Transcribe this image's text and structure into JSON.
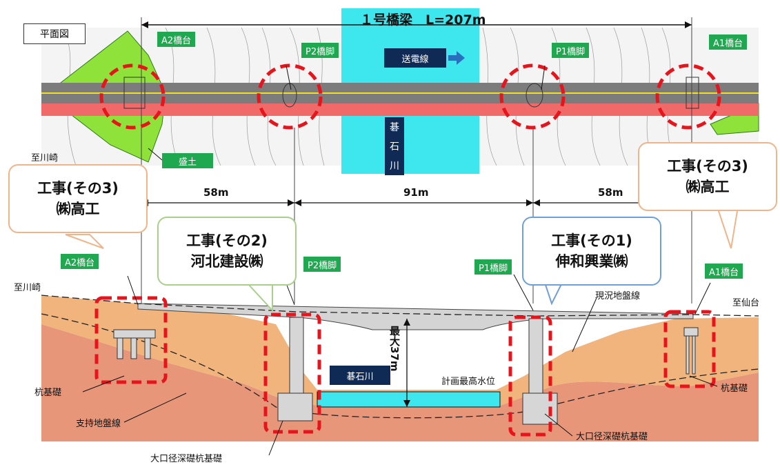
{
  "title": "１号橋梁　L=207m",
  "plan_view": {
    "label": "平面図",
    "a2": "A2橋台",
    "p2": "P2橋脚",
    "p1": "P1橋脚",
    "a1": "A1橋台",
    "powerline": "送電線",
    "river_v": [
      "碁",
      "石",
      "川"
    ],
    "embankment": "盛土",
    "to_kawasaki": "至川崎"
  },
  "spans": [
    "58m",
    "91m",
    "58m"
  ],
  "callouts": {
    "left": {
      "line1": "工事(その3)",
      "line2": "㈱高工",
      "border": "#f0b48a"
    },
    "mid": {
      "line1": "工事(その2)",
      "line2": "河北建設㈱",
      "border": "#a9cf8c"
    },
    "right_mid": {
      "line1": "工事(その1)",
      "line2": "伸和興業㈱",
      "border": "#6f9fd8"
    },
    "right": {
      "line1": "工事(その3)",
      "line2": "㈱高工",
      "border": "#f0b48a"
    }
  },
  "section_view": {
    "a2": "A2橋台",
    "p2": "P2橋脚",
    "p1": "P1橋脚",
    "a1": "A1橋台",
    "to_kawasaki": "至川崎",
    "to_sendai": "至仙台",
    "ground_line": "現況地盤線",
    "pile_left": "杭基礎",
    "pile_right": "杭基礎",
    "bearing_line": "支持地盤線",
    "caisson_left": "大口径深礎杭基礎",
    "caisson_right": "大口径深礎杭基礎",
    "river": "碁石川",
    "hwl": "計画最高水位",
    "max_height": "最大37m"
  },
  "colors": {
    "green_label": "#1fa84f",
    "navy_label": "#0f2a55",
    "river": "#3ee6ee",
    "soil_upper": "#f0b47c",
    "soil_lower": "#e8967a",
    "dashed_red": "#e8141c"
  }
}
